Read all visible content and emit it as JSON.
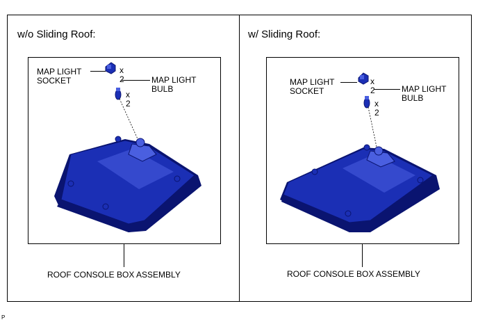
{
  "left_panel": {
    "title": "w/o Sliding Roof:",
    "socket_label_line1": "MAP LIGHT",
    "socket_label_line2": "SOCKET",
    "socket_qty_x": "x",
    "socket_qty_n": "2",
    "bulb_label_line1": "MAP LIGHT",
    "bulb_label_line2": "BULB",
    "bulb_qty_x": "x",
    "bulb_qty_n": "2",
    "caption": "ROOF CONSOLE BOX ASSEMBLY"
  },
  "right_panel": {
    "title": "w/ Sliding Roof:",
    "socket_label_line1": "MAP LIGHT",
    "socket_label_line2": "SOCKET",
    "socket_qty_x": "x",
    "socket_qty_n": "2",
    "bulb_label_line1": "MAP LIGHT",
    "bulb_label_line2": "BULB",
    "bulb_qty_x": "x",
    "bulb_qty_n": "2",
    "caption": "ROOF CONSOLE BOX ASSEMBLY"
  },
  "figure_code": "P",
  "colors": {
    "part_blue": "#1b2fb5",
    "part_dark": "#0a1470",
    "part_light": "#4a5fe0"
  }
}
